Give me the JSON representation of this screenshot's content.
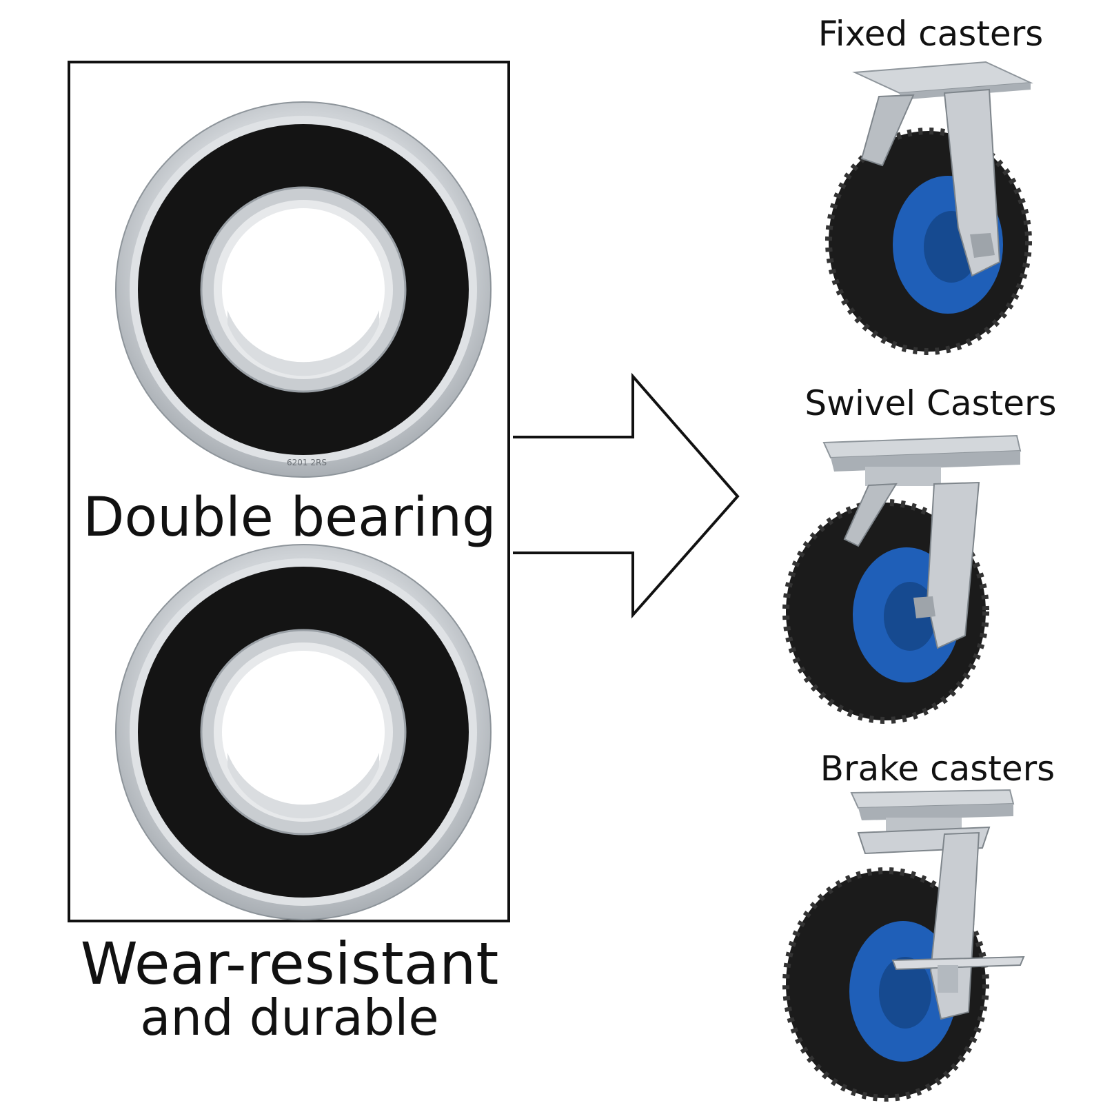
{
  "bearing_panel": {
    "title": "Double bearing",
    "caption_line1": "Wear-resistant",
    "caption_line2": "and durable",
    "bearing_marking": "6201 2RS"
  },
  "casters": [
    {
      "label": "Fixed casters",
      "type": "fixed"
    },
    {
      "label": "Swivel Casters",
      "type": "swivel"
    },
    {
      "label": "Brake casters",
      "type": "brake"
    }
  ],
  "colors": {
    "tire": "#1b1b1b",
    "hub": "#1f5fb8",
    "metal": "#c7ccd1",
    "seal": "#151515"
  }
}
